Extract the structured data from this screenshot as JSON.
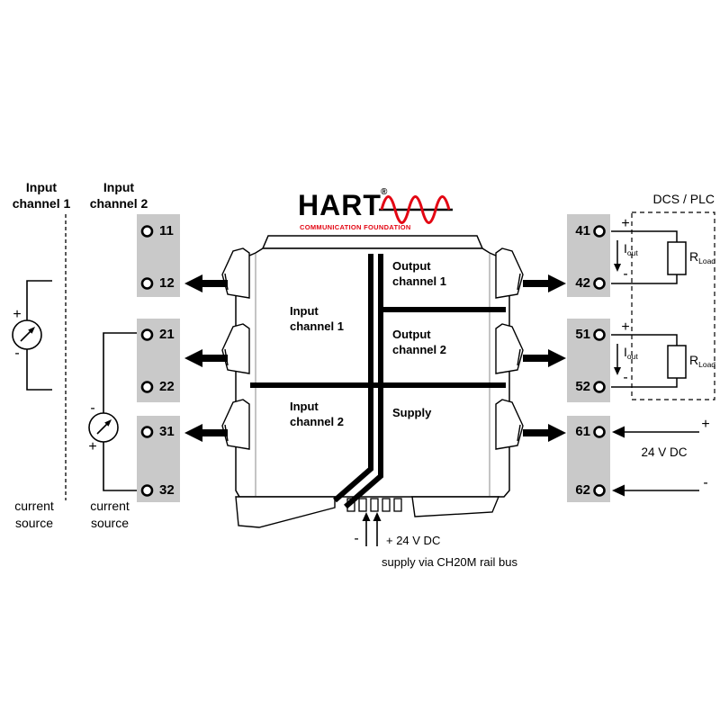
{
  "colors": {
    "terminal_block": "#c9c9c9",
    "hart_red": "#e30613",
    "line": "#000000"
  },
  "headers": {
    "ch1_line1": "Input",
    "ch1_line2": "channel 1",
    "ch2_line1": "Input",
    "ch2_line2": "channel 2"
  },
  "sources": {
    "s1_top_sign": "+",
    "s1_bottom_sign": "-",
    "s1_caption_line1": "current",
    "s1_caption_line2": "source",
    "s2_top_sign": "-",
    "s2_bottom_sign": "+",
    "s2_caption_line1": "current",
    "s2_caption_line2": "source"
  },
  "terminals": {
    "left": [
      "11",
      "12",
      "21",
      "22",
      "31",
      "32"
    ],
    "right": [
      "41",
      "42",
      "51",
      "52",
      "61",
      "62"
    ]
  },
  "device": {
    "input1_line1": "Input",
    "input1_line2": "channel 1",
    "input2_line1": "Input",
    "input2_line2": "channel 2",
    "output1_line1": "Output",
    "output1_line2": "channel 1",
    "output2_line1": "Output",
    "output2_line2": "channel 2",
    "supply": "Supply"
  },
  "hart": {
    "title": "HART",
    "reg": "®",
    "subtitle": "COMMUNICATION FOUNDATION"
  },
  "dcs": {
    "header": "DCS / PLC",
    "load1_plus": "+",
    "load1_minus": "-",
    "load1_current": "I",
    "load1_current_sub": "out",
    "load1_resistor": "R",
    "load1_resistor_sub": "Load",
    "load2_plus": "+",
    "load2_minus": "-",
    "load2_current": "I",
    "load2_current_sub": "out",
    "load2_resistor": "R",
    "load2_resistor_sub": "Load"
  },
  "supply_right": {
    "plus": "+",
    "label": "24 V DC",
    "minus": "-"
  },
  "supply_bottom": {
    "minus": "-",
    "plus_label": "+ 24 V DC",
    "caption": "supply via CH20M rail bus"
  }
}
